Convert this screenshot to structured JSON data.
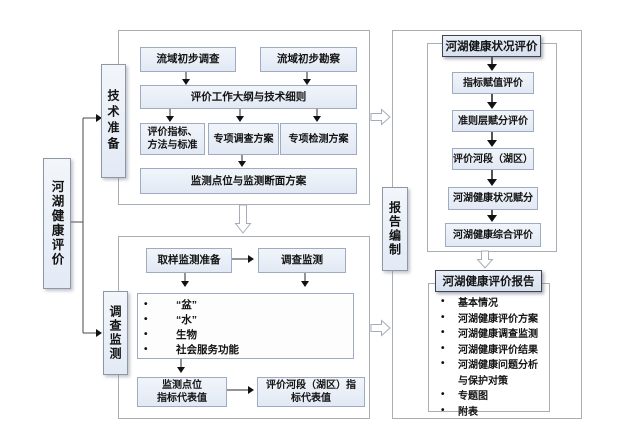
{
  "colors": {
    "box_fill_top": "#f1f5fb",
    "box_fill_bottom": "#e2e9f4",
    "box_border": "#9fabc2",
    "title_border": "#3f4450",
    "outer_border": "#a9aeb5",
    "arrow": "#1a1a1a",
    "hollow_arrow_stroke": "#a6adb8"
  },
  "main": {
    "label": "河湖健康评价"
  },
  "tech": {
    "side_label": "技术准备",
    "survey": "流域初步调查",
    "recon": "流域初步勘察",
    "outline": "评价工作大纲与技术细则",
    "indicators_l1": "评价指标、",
    "indicators_l2": "方法与标准",
    "special_survey": "专项调查方案",
    "special_test": "专项检测方案",
    "monitor_plan": "监测点位与监测断面方案"
  },
  "survey": {
    "side_label": "调查监测",
    "sampling": "取样监测准备",
    "field": "调查监测",
    "bullets": [
      "“盆”",
      "“水”",
      "生物",
      "社会服务功能"
    ],
    "points_l1": "监测点位",
    "points_l2": "指标代表值",
    "reach_l1": "评价河段（湖区）指",
    "reach_l2": "标代表值"
  },
  "report_side_label": "报告编制",
  "eval": {
    "title": "河湖健康状况评价",
    "steps": [
      "指标赋值评价",
      "准则层赋分评价",
      "评价河段（湖区）",
      "河湖健康状况赋分",
      "河湖健康综合评价"
    ]
  },
  "report": {
    "title": "河湖健康评价报告",
    "items": [
      "基本情况",
      "河湖健康评价方案",
      "河湖健康调查监测",
      "河湖健康评价结果",
      "河湖健康问题分析",
      "与保护对策",
      "专题图",
      "附表"
    ]
  }
}
